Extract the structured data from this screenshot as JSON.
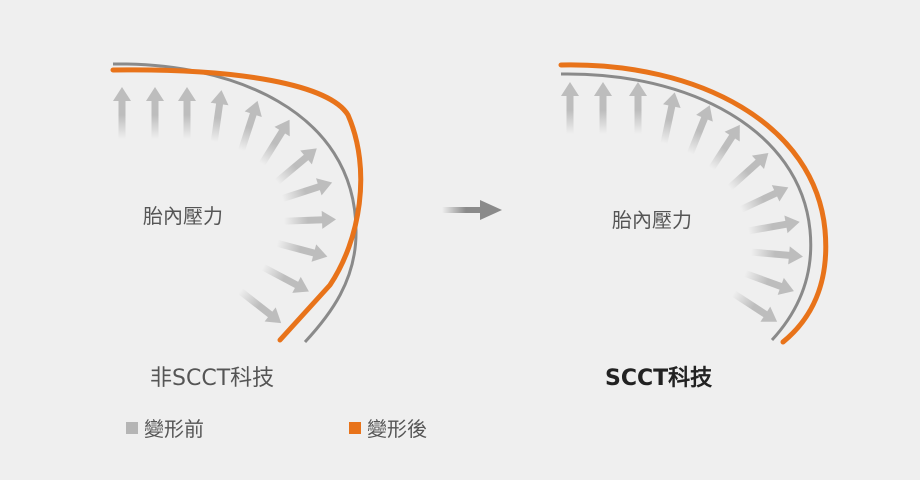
{
  "colors": {
    "before": "#8a8a8a",
    "after": "#e8731a",
    "arrow": "#b8b8b8",
    "background": "#efefef",
    "legend_before": "#b5b5b5"
  },
  "left_panel": {
    "center_label": "胎內壓力",
    "caption": "非SCCT科技"
  },
  "right_panel": {
    "center_label": "胎內壓力",
    "caption": "SCCT科技"
  },
  "transition_arrow": "arrow-right-icon",
  "legend": {
    "before_label": "變形前",
    "after_label": "變形後"
  }
}
